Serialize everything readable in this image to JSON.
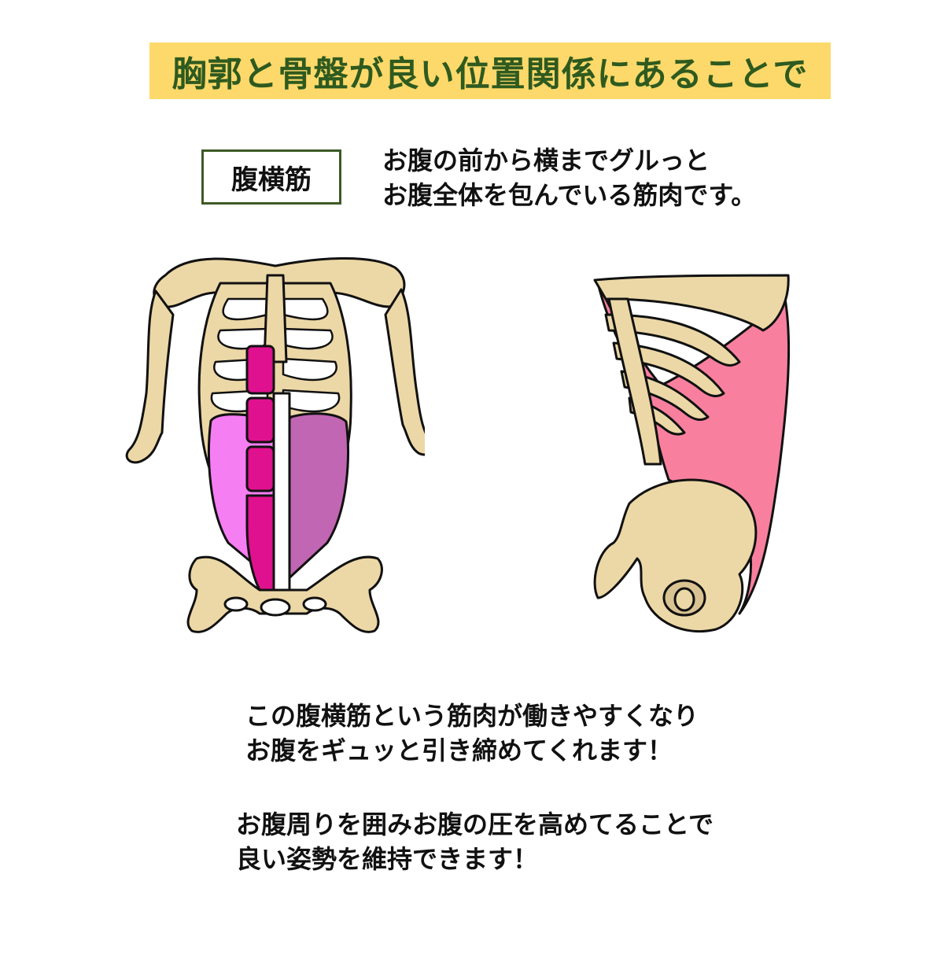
{
  "header": {
    "title": "胸郭と骨盤が良い位置関係にあることで"
  },
  "term": {
    "label": "腹横筋"
  },
  "intro": {
    "lines": [
      "お腹の前から横までグルっと",
      "お腹全体を包んでいる筋肉です。"
    ]
  },
  "body1": {
    "lines": [
      "この腹横筋という筋肉が働きやすくなり",
      "お腹をギュッと引き締めてくれます！"
    ]
  },
  "body2": {
    "lines": [
      "お腹周りを囲みお腹の圧を高めてることで",
      "良い姿勢を維持できます！"
    ]
  },
  "colors": {
    "banner_bg": "#fcd96a",
    "banner_text": "#2e5a1f",
    "bone": "#ecd8a6",
    "rectus_muscle": "#e0118f",
    "oblique_left": "#f67ef3",
    "oblique_right": "#c066b2",
    "transverse_muscle": "#f8809e"
  },
  "illustrations": {
    "front": "front-skeleton-abdominal-muscles-illustration",
    "side": "side-skeleton-transverse-abdominis-illustration"
  }
}
